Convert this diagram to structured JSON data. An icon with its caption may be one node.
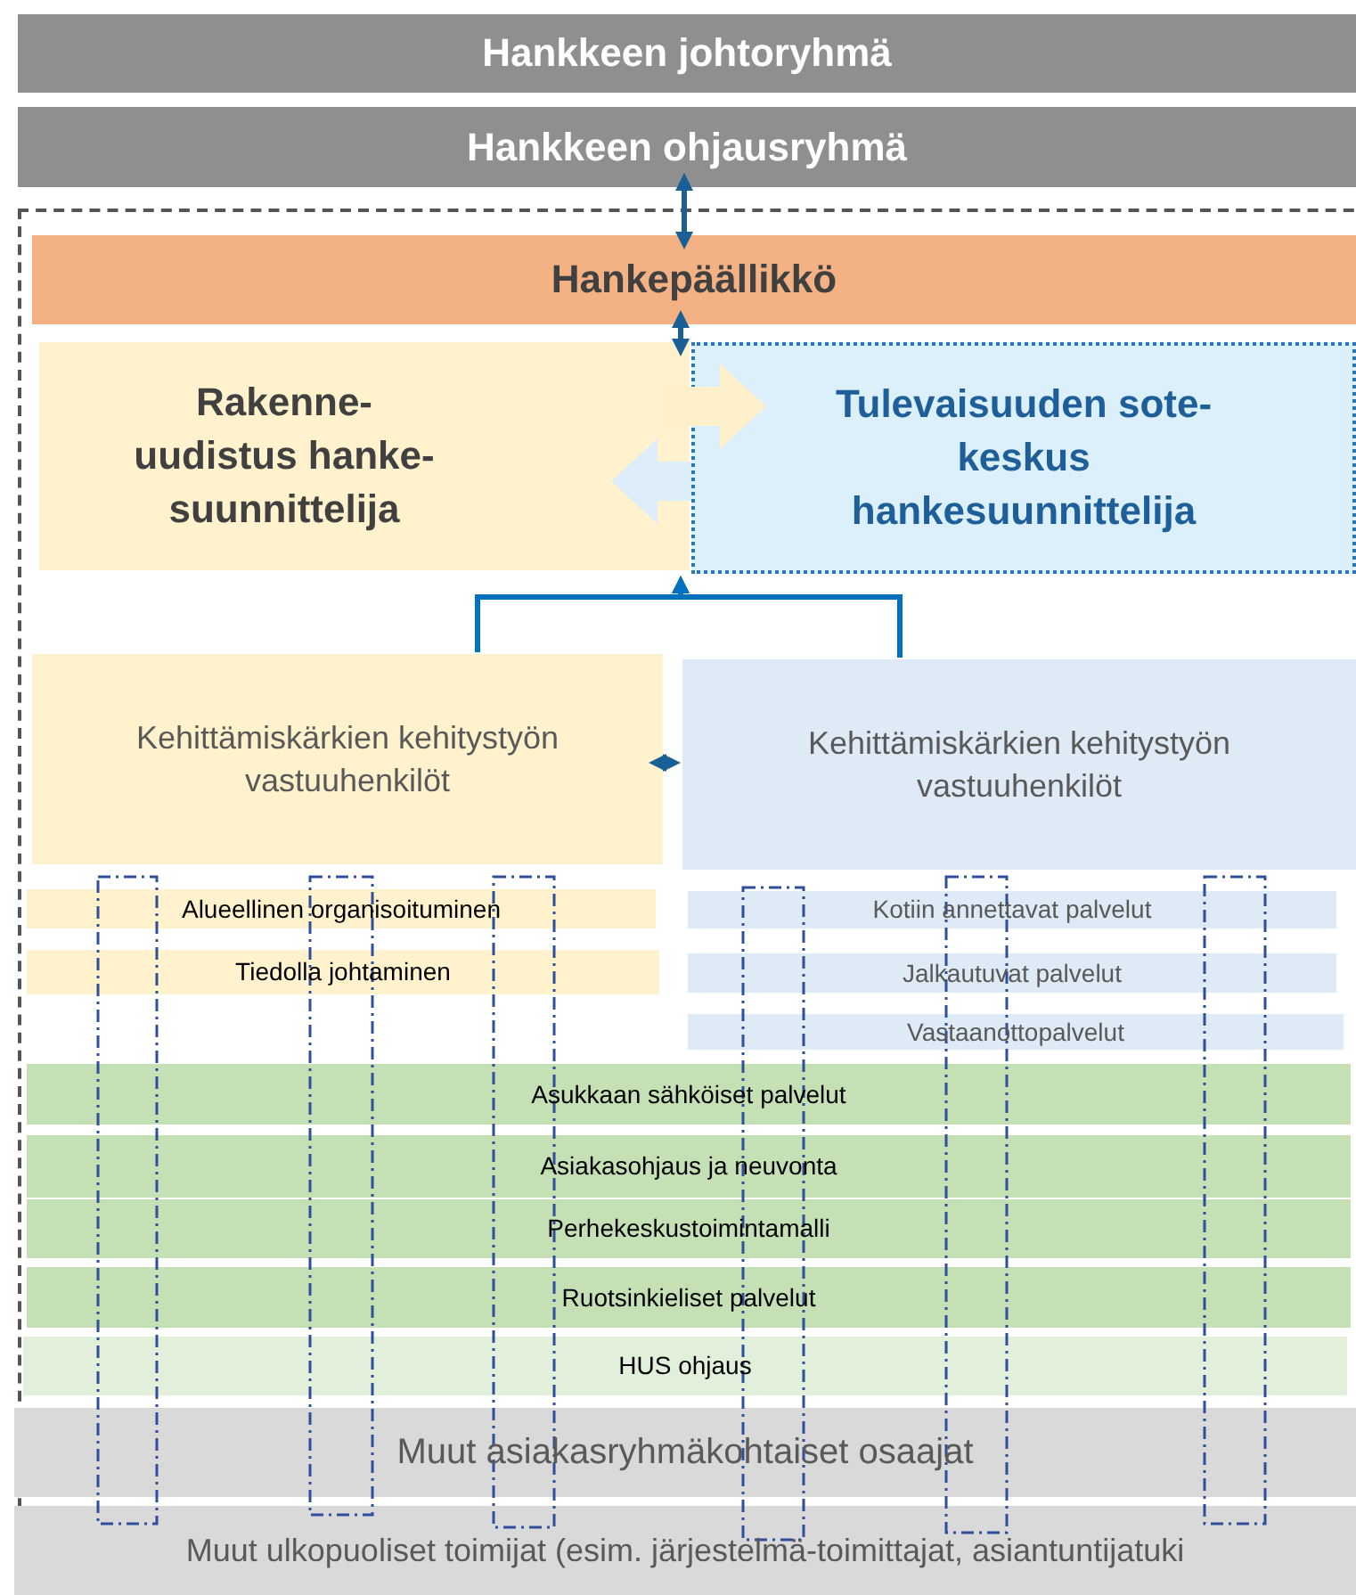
{
  "diagram": {
    "nodes": [
      {
        "text": [
          "Hankkeen johtoryhmä"
        ]
      },
      {
        "text": [
          "Hankkeen ohjausryhmä"
        ]
      },
      {
        "text": [
          "Hankepäällikkö"
        ]
      },
      {
        "text": [
          "Rakenne-uudistus hanke-suunnittelija"
        ]
      },
      {
        "text": [
          "Tulevaisuuden sote-keskus hankesuunnittelija"
        ]
      },
      {
        "text": [
          "Kehittämiskärkien kehitystyön vastuuhenkilöt"
        ]
      },
      {
        "text": [
          "Kehittämiskärkien kehitystyön vastuuhenkilöt"
        ]
      },
      {
        "text": [
          "Alueellinen organisoituminen"
        ]
      },
      {
        "text": [
          "Tiedolla johtaminen"
        ]
      },
      {
        "text": [
          "Kotiin annettavat palvelut"
        ]
      },
      {
        "text": [
          "Jalkautuvat palvelut"
        ]
      },
      {
        "text": [
          "Vastaanottopalvelut"
        ]
      },
      {
        "text": [
          "Asukkaan sähköiset palvelut"
        ]
      },
      {
        "text": [
          "Asiakasohjaus ja neuvonta"
        ]
      },
      {
        "text": [
          "Perhekeskustoimintamalli"
        ]
      },
      {
        "text": [
          "Ruotsinkieliset palvelut"
        ]
      },
      {
        "text": [
          "HUS ohjaus"
        ]
      },
      {
        "text": [
          "Muut asiakasryhmäkohtaiset osaajat"
        ]
      },
      {
        "text": [
          "Muut ulkopuoliset toimijat (esim. järjestelmä-toimittajat, asiantuntijatuki"
        ]
      },
      {
        "text": [],
        "shape": "box"
      },
      {
        "text": [],
        "shape": "box"
      },
      {
        "text": [],
        "shape": "box"
      },
      {
        "text": [],
        "shape": "box"
      },
      {
        "text": [],
        "shape": "box"
      },
      {
        "text": [],
        "shape": "box"
      }
    ],
    "edges": [
      {
        "from": 1,
        "to": 2,
        "arrow": "both"
      },
      {
        "from": 2,
        "to": 4,
        "arrow": "both"
      },
      {
        "from": 3,
        "to": 4,
        "arrow": "to",
        "style": "thick",
        "color": "#fff0cc"
      },
      {
        "from": 4,
        "to": 3,
        "arrow": "to",
        "style": "thick",
        "color": "#ddeefa"
      },
      {
        "from": 5,
        "to": 4,
        "arrow": "to",
        "color": "#0070c0"
      },
      {
        "from": 6,
        "to": 4,
        "arrow": "to",
        "color": "#0070c0"
      },
      {
        "from": 5,
        "to": 6,
        "arrow": "both"
      }
    ]
  }
}
